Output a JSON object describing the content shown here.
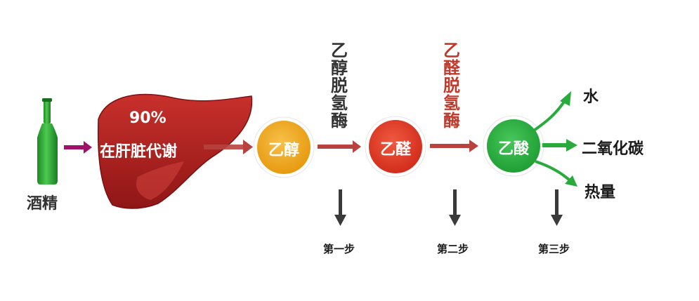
{
  "alcohol": {
    "label": "酒精"
  },
  "liver": {
    "percent": "90%",
    "label": "在肝脏代谢"
  },
  "nodes": [
    {
      "label": "乙醇"
    },
    {
      "label": "乙醛"
    },
    {
      "label": "乙酸"
    }
  ],
  "enzymes": [
    {
      "label": "乙醇脱氢酶"
    },
    {
      "label": "乙醛脱氢酶"
    }
  ],
  "steps": [
    {
      "label": "第一步"
    },
    {
      "label": "第二步"
    },
    {
      "label": "第三步"
    }
  ],
  "products": [
    {
      "label": "水"
    },
    {
      "label": "二氧化碳"
    },
    {
      "label": "热量"
    }
  ],
  "colors": {
    "ethanol": "#f0a51c",
    "acetaldehyde": "#e23b26",
    "acetic_acid": "#2fb142",
    "liver": "#b3211f",
    "bottle": "#27a52e",
    "arrow_purple": "#a0126a",
    "arrow_red": "#b8423e",
    "arrow_green": "#29ab3b",
    "enzyme_red": "#c0392b"
  }
}
